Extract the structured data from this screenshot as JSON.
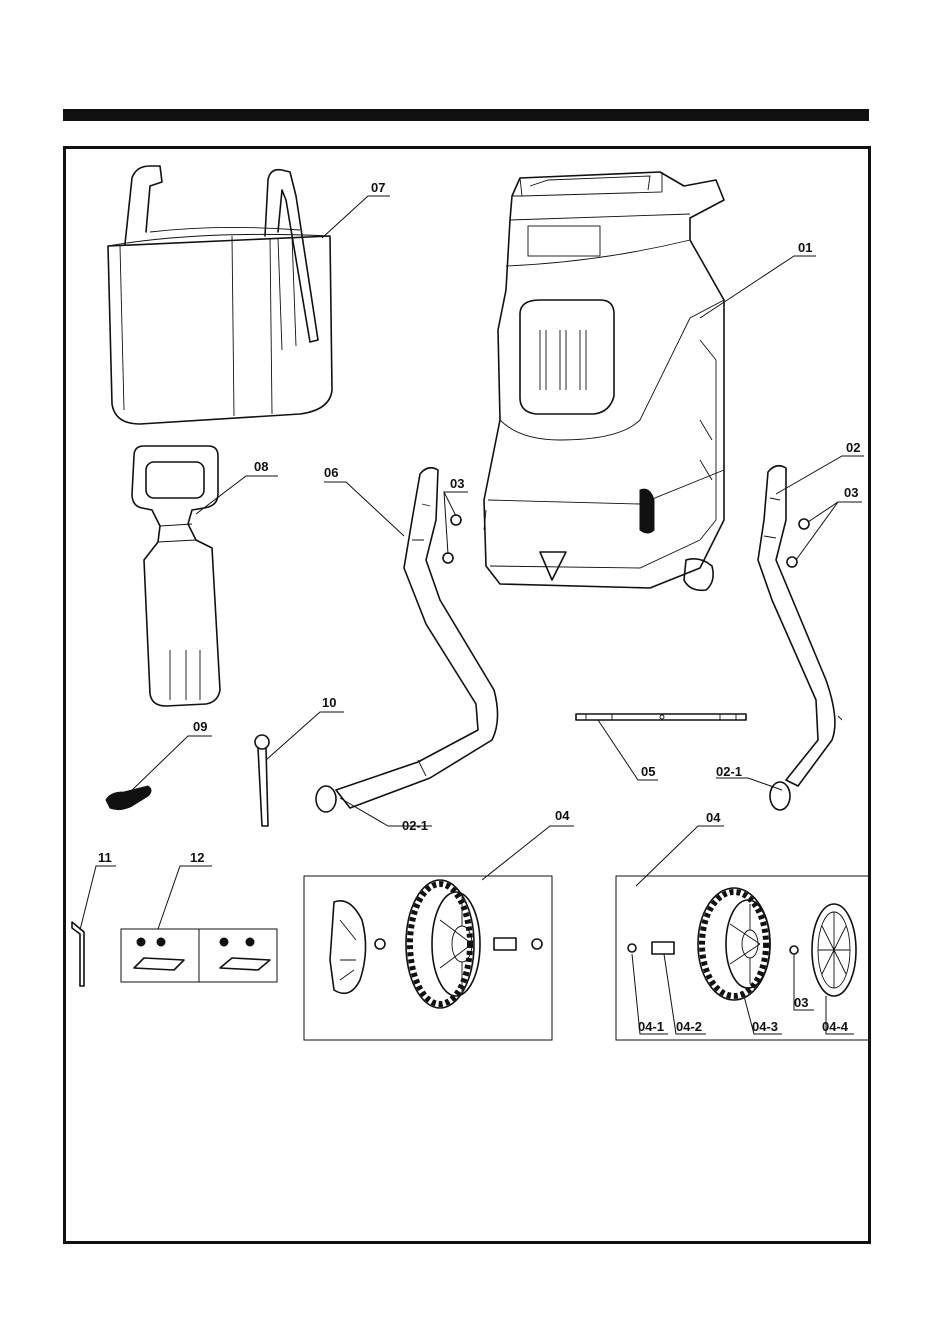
{
  "labels": {
    "l01": "01",
    "l02": "02",
    "l02_1a": "02-1",
    "l02_1b": "02-1",
    "l03a": "03",
    "l03b": "03",
    "l03c": "03",
    "l04a": "04",
    "l04b": "04",
    "l04_1": "04-1",
    "l04_2": "04-2",
    "l04_3": "04-3",
    "l04_4": "04-4",
    "l05": "05",
    "l06": "06",
    "l07": "07",
    "l08": "08",
    "l09": "09",
    "l10": "10",
    "l11": "11",
    "l12": "12"
  },
  "icons": {
    "shredder": "shredder-body-icon",
    "bag": "collection-bag-icon",
    "pusher": "pusher-icon",
    "wheel": "wheel-icon"
  }
}
